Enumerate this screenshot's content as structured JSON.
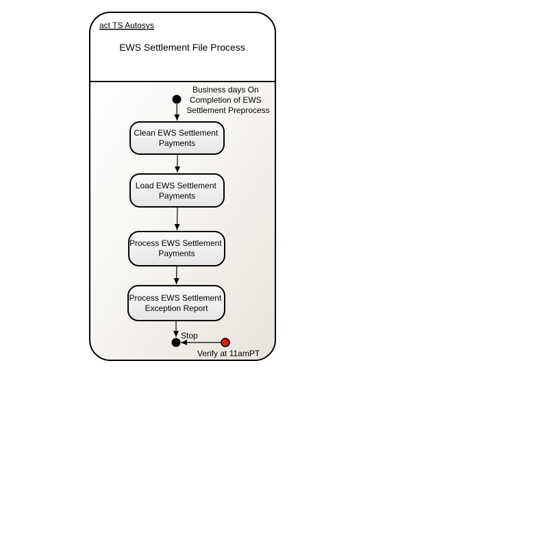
{
  "frame": {
    "header_label": "act TS Autosys",
    "title": "EWS Settlement File Process"
  },
  "start_note": {
    "lines": [
      "Business days On",
      "Completion of EWS",
      "Settlement Preprocess"
    ]
  },
  "activities": [
    {
      "lines": [
        "Clean EWS Settlement",
        "Payments"
      ]
    },
    {
      "lines": [
        "Load EWS Settlement",
        "Payments"
      ]
    },
    {
      "lines": [
        "Process EWS Settlement",
        "Payments"
      ]
    },
    {
      "lines": [
        "Process EWS Settlement",
        "Exception Report"
      ]
    }
  ],
  "end_node": {
    "label": "Stop"
  },
  "verify_node": {
    "label": "Verify at 11amPT",
    "color": "#e01b1b"
  }
}
